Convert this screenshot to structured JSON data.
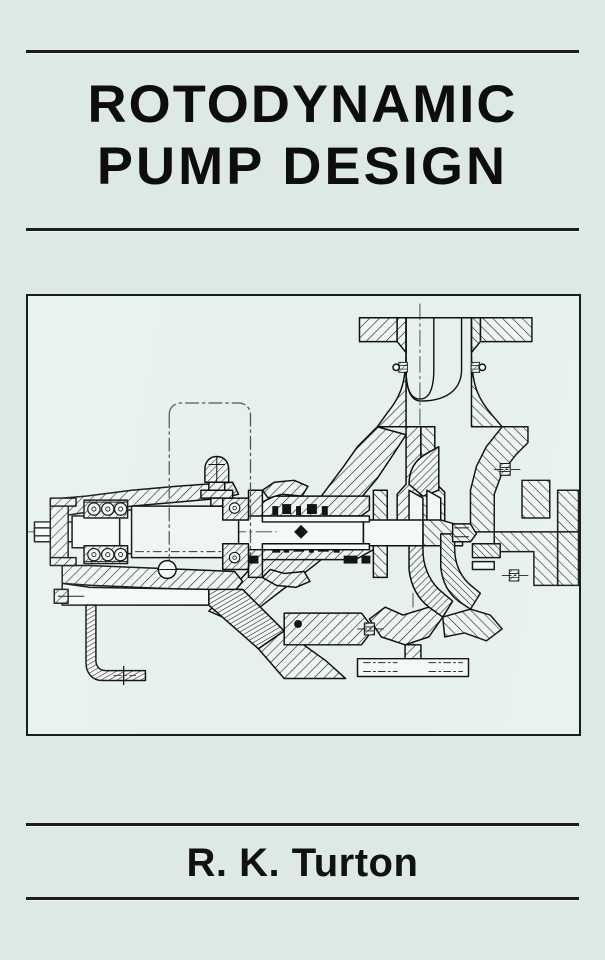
{
  "cover": {
    "background_color": "#dce9e4",
    "title_line_1": "ROTODYNAMIC",
    "title_line_2": "PUMP DESIGN",
    "author": "R. K. Turton",
    "text_color": "#0d0d0d",
    "rule_color": "#1c1c1c"
  },
  "illustration": {
    "caption": "Cross-sectional engineering drawing of a single-stage overhung centrifugal (rotodynamic) pump",
    "frame_border_color": "#15201c",
    "frame_fill_color": "#e6f1ed",
    "line_color": "#101010",
    "components": [
      "shaft",
      "drive-end ball bearing pair",
      "pump-end ball bearing pair",
      "bearing housing",
      "oil lubricator cup",
      "phantom-line lubricator envelope",
      "bearing housing drain pipe",
      "support foot",
      "mechanical seal assembly",
      "seal gland and studs",
      "stuffing box",
      "shaft sleeve",
      "impeller with shroud and vanes",
      "impeller retaining nut",
      "volute casing",
      "casing wear ring",
      "casing cover / back plate",
      "discharge nozzle flange",
      "suction nozzle flange",
      "casing bolting",
      "casing drain plug",
      "centreline datum"
    ]
  }
}
